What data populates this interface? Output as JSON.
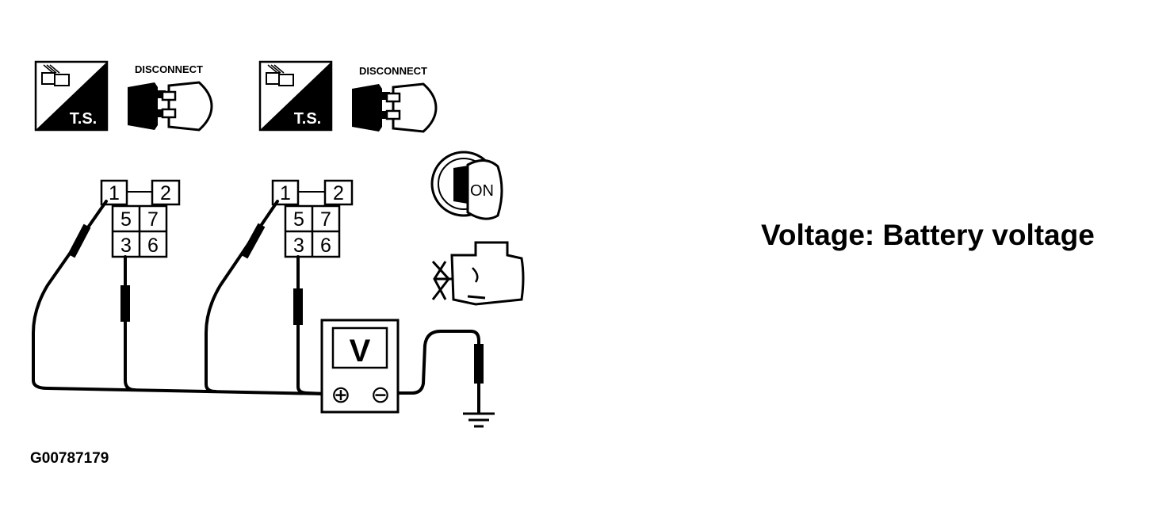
{
  "icons": {
    "ts_label": "T.S.",
    "disconnect_label": "DISCONNECT",
    "ignition_label": "ON"
  },
  "connector_pins": {
    "pin_1": "1",
    "pin_2": "2",
    "pin_5": "5",
    "pin_7": "7",
    "pin_3": "3",
    "pin_6": "6"
  },
  "meter": {
    "symbol": "V",
    "positive": "⊕",
    "negative": "⊖"
  },
  "caption": "Voltage: Battery voltage",
  "figure_id": "G00787179"
}
